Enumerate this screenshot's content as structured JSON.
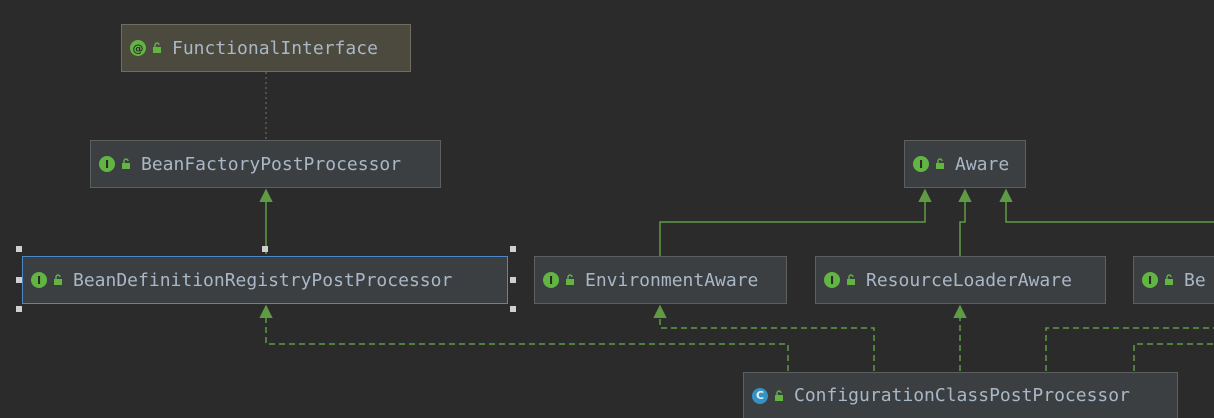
{
  "nodes": [
    {
      "id": "functional",
      "kind": "@",
      "label": "FunctionalInterface"
    },
    {
      "id": "bfpp",
      "kind": "I",
      "label": "BeanFactoryPostProcessor"
    },
    {
      "id": "aware",
      "kind": "I",
      "label": "Aware"
    },
    {
      "id": "bdrpp",
      "kind": "I",
      "label": "BeanDefinitionRegistryPostProcessor"
    },
    {
      "id": "envaware",
      "kind": "I",
      "label": "EnvironmentAware"
    },
    {
      "id": "rlaware",
      "kind": "I",
      "label": "ResourceLoaderAware"
    },
    {
      "id": "beaware",
      "kind": "I",
      "label": "Be"
    },
    {
      "id": "ccpp",
      "kind": "C",
      "label": "ConfigurationClassPostProcessor"
    }
  ],
  "colors": {
    "background": "#2b2b2b",
    "node_fill": "#3c3f41",
    "annotation_fill": "#4c4a3e",
    "node_border": "#5e6060",
    "selected_border": "#4a88c7",
    "text": "#a9b7c6",
    "edge_green": "#5f9a45",
    "annotation_edge": "#7c7a58",
    "interface_badge": "#62b543",
    "class_badge": "#3592c4"
  },
  "icons": {
    "interface": "interface-icon",
    "annotation": "annotation-icon",
    "class": "class-icon",
    "visibility": "public-visibility-icon"
  }
}
